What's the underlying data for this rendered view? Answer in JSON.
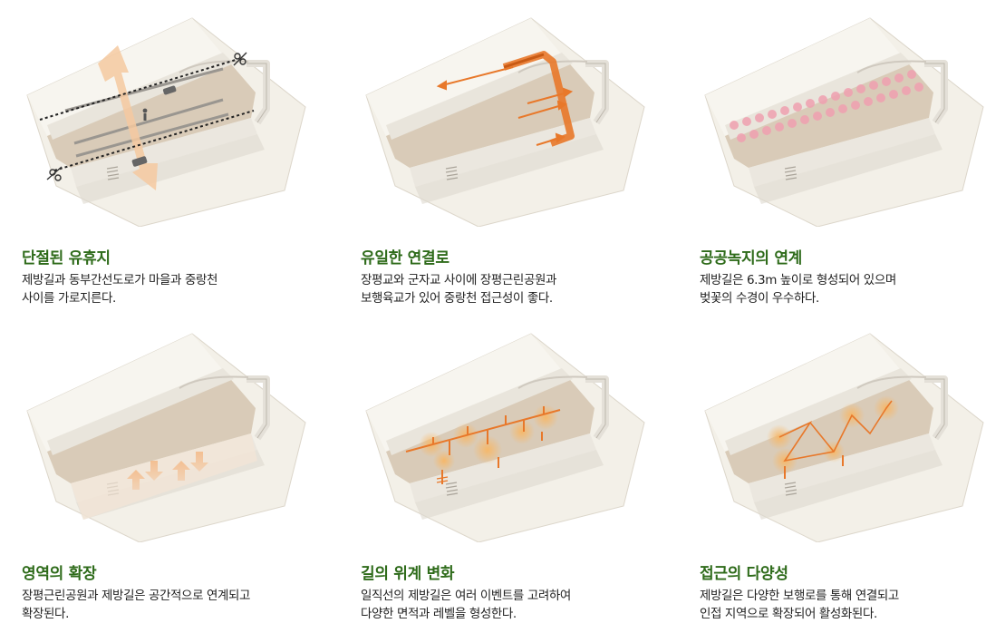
{
  "panels": [
    {
      "title": "단절된 유휴지",
      "lines": [
        "제방길과 동부간선도로가 마을과 중랑천",
        "사이를 가로지른다."
      ]
    },
    {
      "title": "유일한 연결로",
      "lines": [
        "장평교와 군자교 사이에 장평근린공원과",
        "보행육교가 있어 중랑천 접근성이 좋다."
      ]
    },
    {
      "title": "공공녹지의 연계",
      "lines": [
        "제방길은 6.3m 높이로 형성되어 있으며",
        "벚꽃의 수경이 우수하다."
      ]
    },
    {
      "title": "영역의 확장",
      "lines": [
        "장평근린공원과 제방길은 공간적으로 연계되고",
        "확장된다."
      ]
    },
    {
      "title": "길의 위계 변화",
      "lines": [
        "일직선의 제방길은 여러 이벤트를 고려하여",
        "다양한 면적과 레벨을 형성한다."
      ]
    },
    {
      "title": "접근의 다양성",
      "lines": [
        "제방길은 다양한 보행로를 통해 연결되고",
        "인접 지역으로 확장되어 활성화된다."
      ]
    }
  ],
  "colors": {
    "title_green": "#2e6b1a",
    "accent_orange": "#e8782a",
    "tan_band": "#d9cbb8",
    "ground": "#f5f2ea",
    "blossom": "#f0a0b0"
  },
  "icons": [
    "scissors-icon",
    "car-icon",
    "pedestrian-icon",
    "arrow-icon",
    "blossom-tree-icon",
    "glow-node-icon"
  ]
}
